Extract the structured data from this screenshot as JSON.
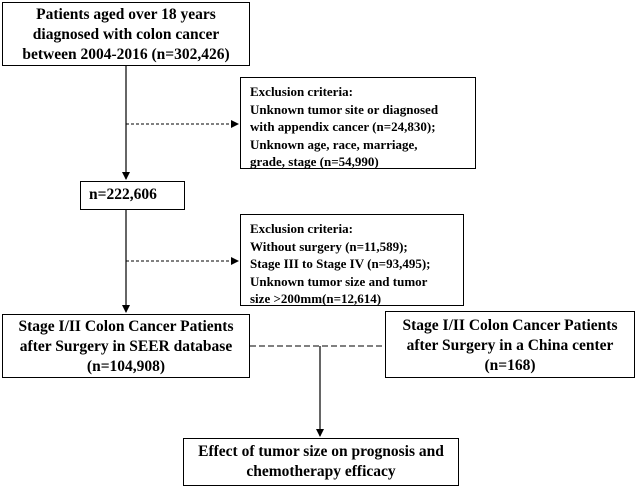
{
  "population_box": {
    "lines": [
      "Patients aged over 18 years",
      "diagnosed with colon cancer",
      "between 2004-2016 (n=302,426)"
    ]
  },
  "exclusion_1": {
    "lines": [
      "Exclusion criteria:",
      "Unknown tumor site or diagnosed",
      "with appendix cancer  (n=24,830);",
      "Unknown age, race, marriage,",
      "grade, stage (n=54,990)"
    ]
  },
  "remaining_box": {
    "label": "n=222,606"
  },
  "exclusion_2": {
    "lines": [
      "Exclusion criteria:",
      "Without surgery (n=11,589);",
      "Stage III to Stage IV (n=93,495);",
      "Unknown tumor size and tumor",
      "size >200mm(n=12,614)"
    ]
  },
  "seer_box": {
    "lines": [
      "Stage I/II Colon Cancer Patients",
      "after Surgery in SEER database",
      "(n=104,908)"
    ]
  },
  "china_box": {
    "lines": [
      "Stage I/II Colon Cancer Patients",
      "after Surgery in a China center",
      "(n=168)"
    ]
  },
  "outcome_box": {
    "lines": [
      "Effect of tumor size on prognosis and",
      "chemotherapy efficacy"
    ]
  },
  "colors": {
    "stroke": "#000000",
    "background": "#ffffff"
  }
}
